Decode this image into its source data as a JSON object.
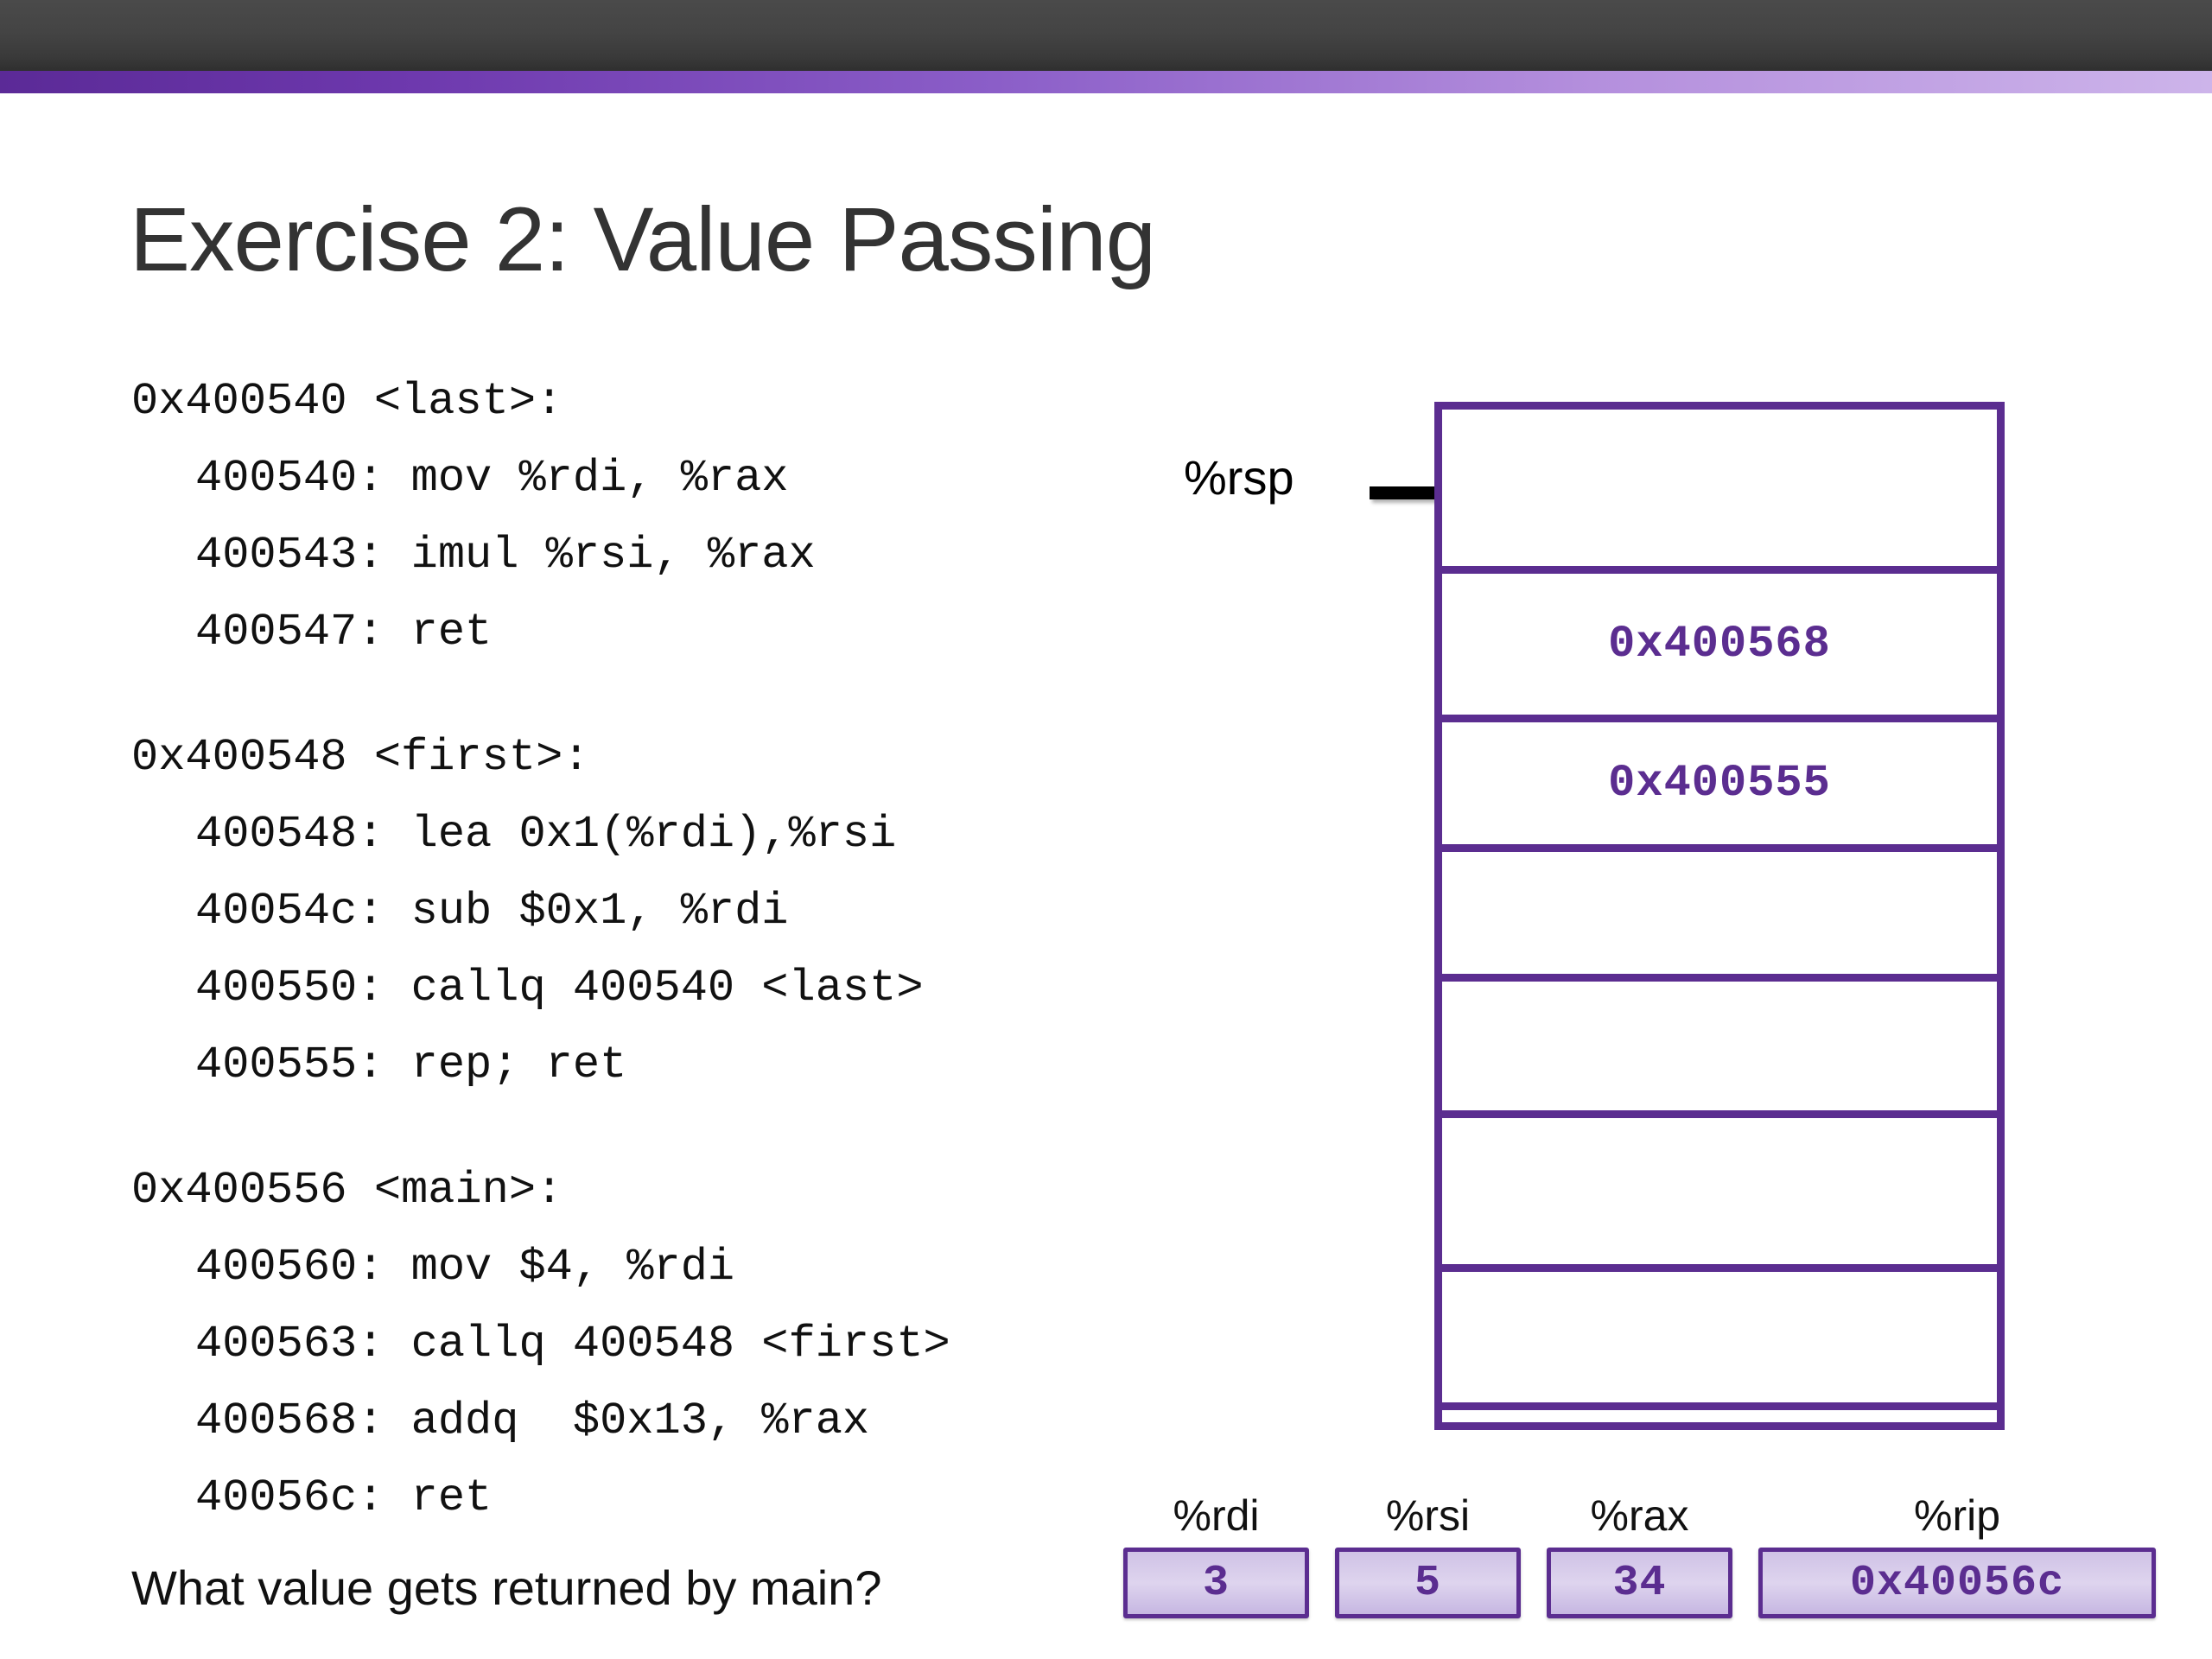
{
  "theme": {
    "accent_purple": "#5B2D90",
    "banner_dark": "#3f3f3f",
    "stripe_light": "#cdb4ea",
    "text_dark": "#111111"
  },
  "slide": {
    "title": "Exercise 2: Value Passing",
    "question": "What value gets returned by main?"
  },
  "code_blocks": [
    {
      "header": "0x400540 <last>:",
      "lines": [
        "400540: mov %rdi, %rax",
        "400543: imul %rsi, %rax",
        "400547: ret"
      ]
    },
    {
      "header": "0x400548 <first>:",
      "lines": [
        "400548: lea 0x1(%rdi),%rsi",
        "40054c: sub $0x1, %rdi",
        "400550: callq 400540 <last>",
        "400555: rep; ret"
      ]
    },
    {
      "header": "0x400556 <main>:",
      "lines": [
        "400560: mov $4, %rdi",
        "400563: callq 400548 <first>",
        "400568: addq  $0x13, %rax",
        "40056c: ret"
      ]
    }
  ],
  "stack": {
    "pointer_label": "%rsp",
    "cells": [
      {
        "value": "",
        "height": 190
      },
      {
        "value": "0x400568",
        "height": 172
      },
      {
        "value": "0x400555",
        "height": 150
      },
      {
        "value": "",
        "height": 150
      },
      {
        "value": "",
        "height": 158
      },
      {
        "value": "",
        "height": 178
      },
      {
        "value": "",
        "height": 160
      },
      {
        "value": "",
        "height": 150
      }
    ]
  },
  "registers": [
    {
      "name": "%rdi",
      "value": "3",
      "width_class": "w-rdi"
    },
    {
      "name": "%rsi",
      "value": "5",
      "width_class": "w-rsi"
    },
    {
      "name": "%rax",
      "value": "34",
      "width_class": "w-rax"
    },
    {
      "name": "%rip",
      "value": "0x40056c",
      "width_class": "w-rip"
    }
  ]
}
